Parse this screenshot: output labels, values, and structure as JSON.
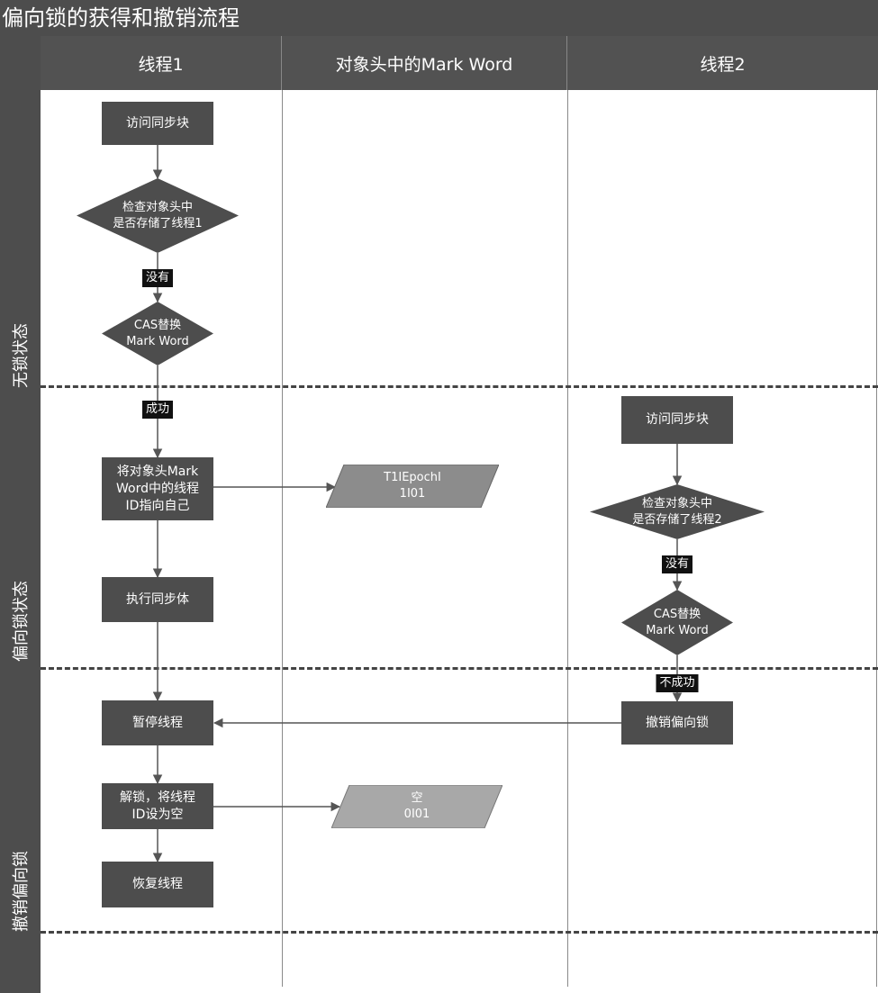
{
  "title": "偏向锁的获得和撤销流程",
  "columns": [
    "线程1",
    "对象头中的Mark Word",
    "线程2"
  ],
  "sections": [
    "无锁状态",
    "偏向锁状态",
    "撤销偏向锁"
  ],
  "thread1": {
    "access_block": "访问同步块",
    "check": [
      "检查对象头中",
      "是否存储了线程1"
    ],
    "no_label": "没有",
    "cas": [
      "CAS替换",
      "Mark Word"
    ],
    "success_label": "成功",
    "set_thread_id": [
      "将对象头Mark",
      "Word中的线程",
      "ID指向自己"
    ],
    "execute": "执行同步体",
    "pause": "暂停线程",
    "unlock": [
      "解锁，将线程",
      "ID设为空"
    ],
    "resume": "恢复线程"
  },
  "markword": {
    "biased": [
      "T1IEpochI",
      "1I01"
    ],
    "empty": [
      "空",
      "0I01"
    ]
  },
  "thread2": {
    "access_block": "访问同步块",
    "check": [
      "检查对象头中",
      "是否存储了线程2"
    ],
    "no_label": "没有",
    "cas": [
      "CAS替换",
      "Mark Word"
    ],
    "fail_label": "不成功",
    "revoke": "撤销偏向锁"
  },
  "colors": {
    "dark_fill": "#4d4d4d",
    "para_fill": "#8c8c8c",
    "label_bg": "#111111",
    "line": "#555555"
  }
}
